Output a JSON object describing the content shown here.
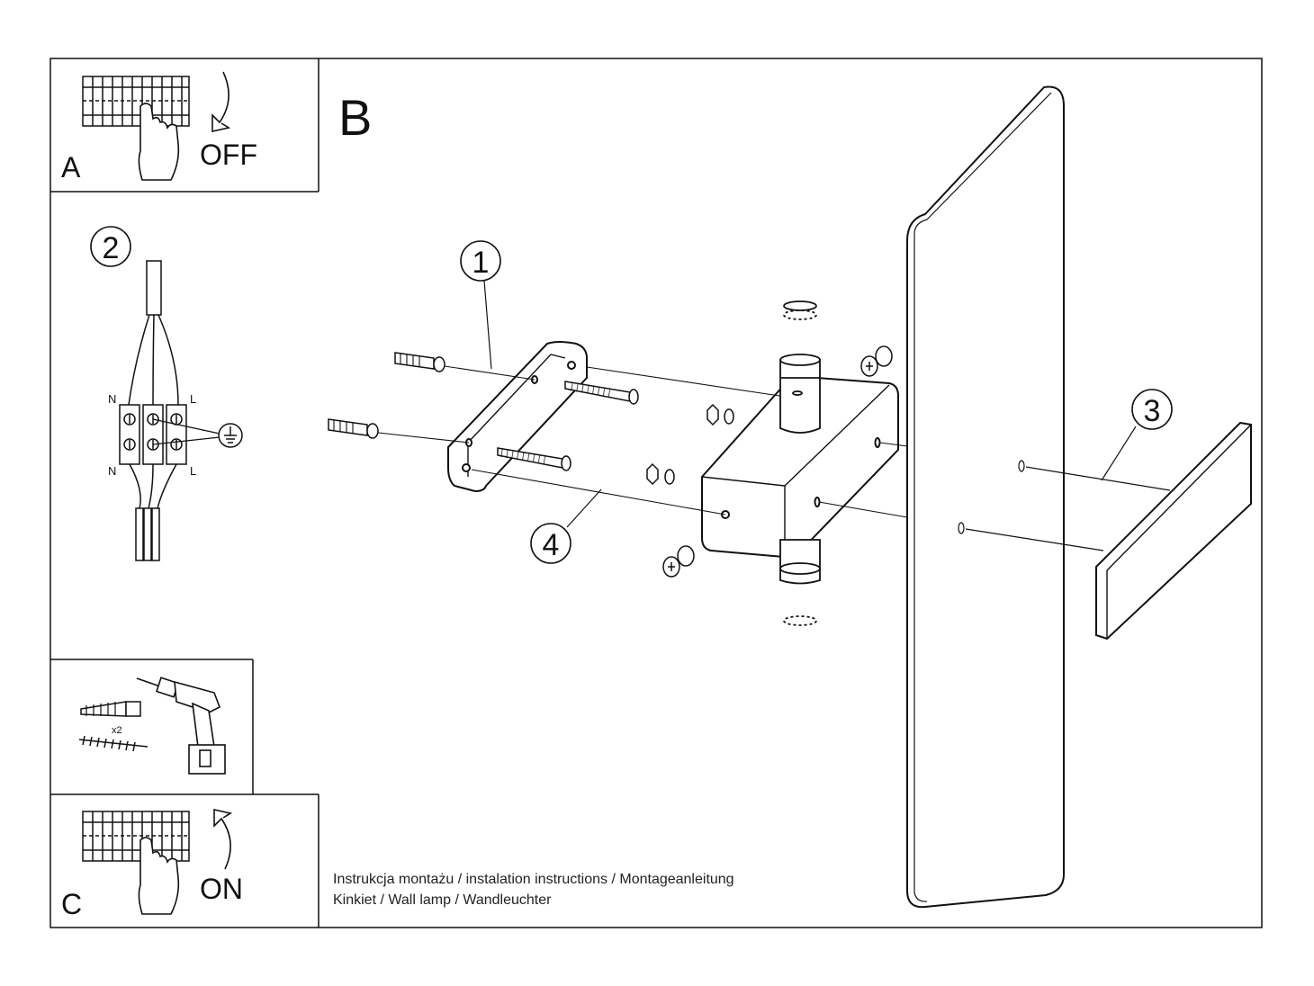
{
  "panels": {
    "a": {
      "letter": "A",
      "action": "OFF"
    },
    "b": {
      "letter": "B"
    },
    "c": {
      "letter": "C",
      "action": "ON"
    },
    "tools": {
      "multiplier": "x2"
    }
  },
  "wiring": {
    "step": "2",
    "neutral": "N",
    "live": "L"
  },
  "callouts": [
    "1",
    "2",
    "3",
    "4"
  ],
  "caption": {
    "line1": "Instrukcja montażu / instalation instructions / Montageanleitung",
    "line2": "Kinkiet / Wall lamp / Wandleuchter"
  },
  "icons": [
    "breaker-panel-icon",
    "hand-icon",
    "arrow-down-icon",
    "arrow-up-icon",
    "ground-symbol-icon",
    "wall-plug-icon",
    "screw-icon",
    "drill-icon"
  ]
}
